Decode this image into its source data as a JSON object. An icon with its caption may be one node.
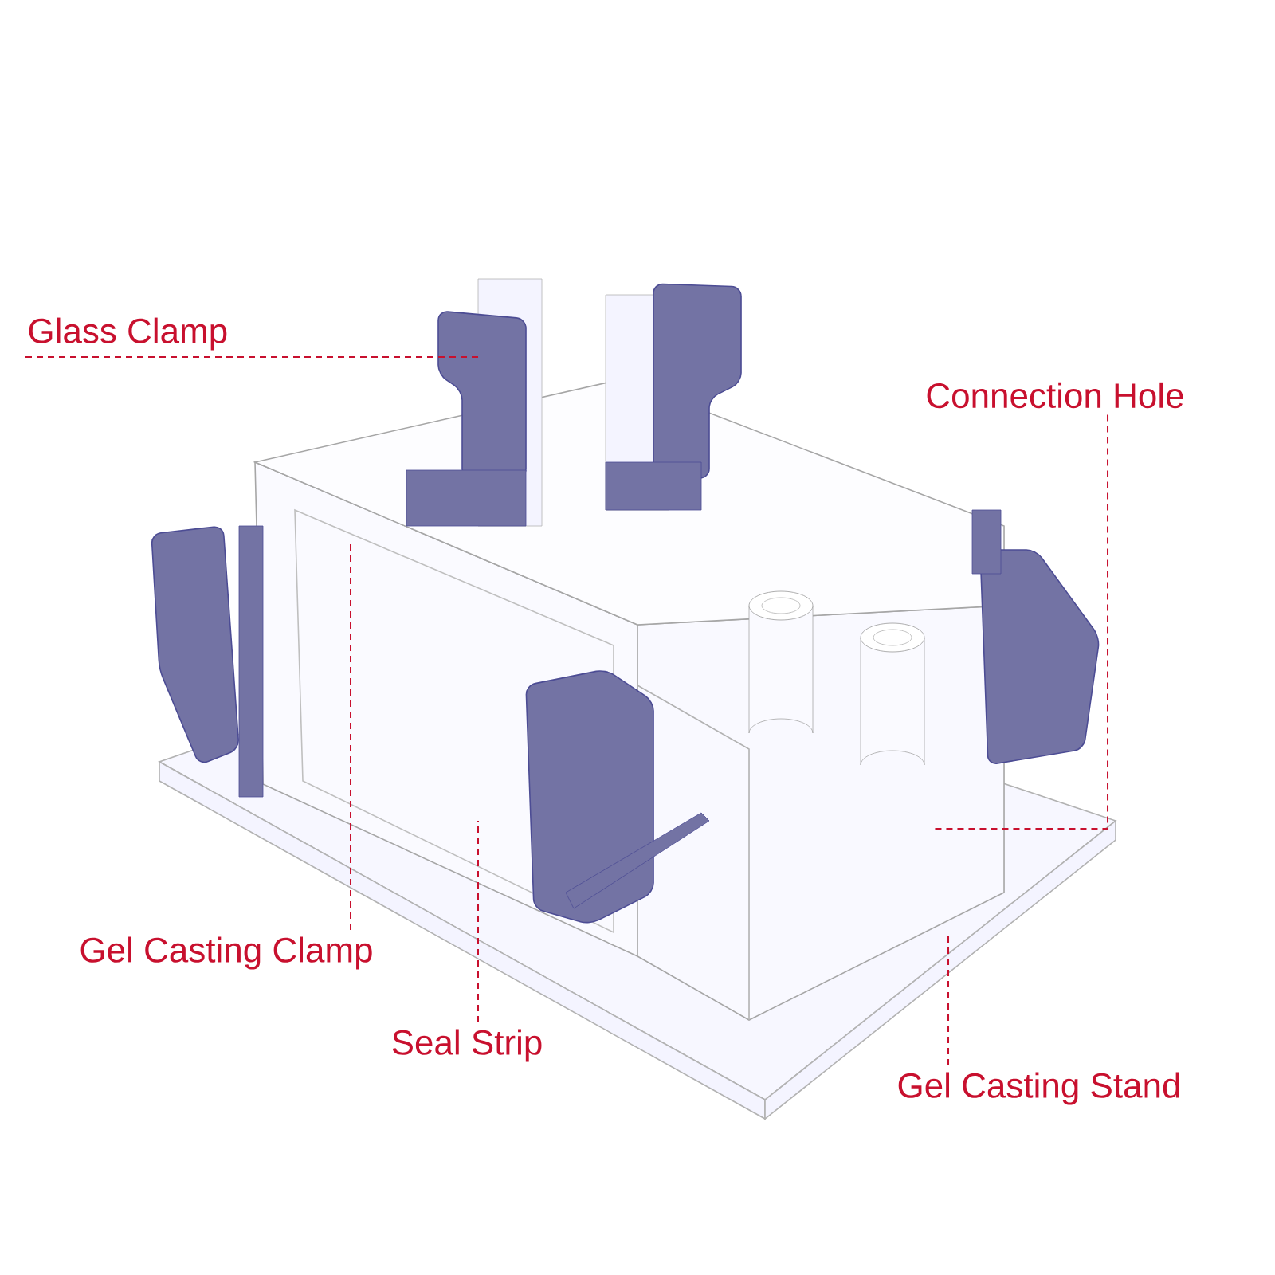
{
  "diagram": {
    "nodes": [
      {
        "text": [
          "Glass Clamp"
        ]
      },
      {
        "text": [
          "Connection Hole"
        ]
      },
      {
        "text": [
          "Gel Casting Clamp"
        ]
      },
      {
        "text": [
          "Seal Strip"
        ]
      },
      {
        "text": [
          "Gel Casting Stand"
        ]
      }
    ],
    "edges": [
      {
        "from": 0,
        "to": null,
        "arrow": "none",
        "style": "dashed"
      },
      {
        "from": 1,
        "to": null,
        "arrow": "none",
        "style": "dashed"
      },
      {
        "from": 2,
        "to": null,
        "arrow": "none",
        "style": "dashed"
      },
      {
        "from": 3,
        "to": null,
        "arrow": "none",
        "style": "dashed"
      },
      {
        "from": 4,
        "to": null,
        "arrow": "none",
        "style": "dashed"
      }
    ]
  }
}
